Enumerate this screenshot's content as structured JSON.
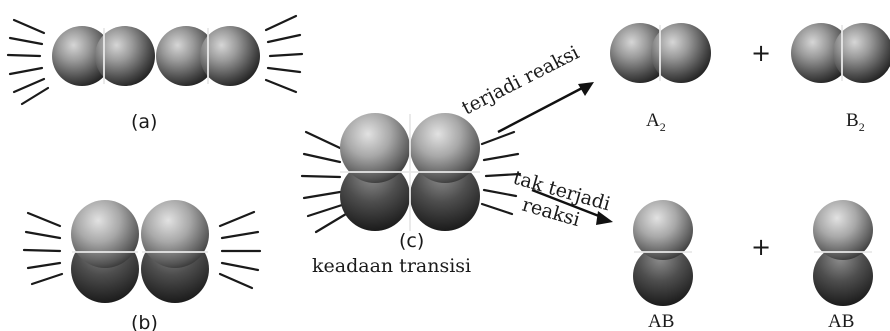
{
  "labels": {
    "a": "(a)",
    "b": "(b)",
    "c": "(c)",
    "transition_state": "keadaan transisi",
    "reaction_occurs": "terjadi reaksi",
    "no_reaction_line1": "tak terjadi",
    "no_reaction_line2": "reaksi",
    "plus": "+",
    "product_A2_letter": "A",
    "product_A2_sub": "2",
    "product_B2_letter": "B",
    "product_B2_sub": "2",
    "product_AB_1": "AB",
    "product_AB_2": "AB"
  },
  "colors": {
    "molecule_light": "#c9c9c9",
    "molecule_mid": "#6f6f6f",
    "molecule_dark": "#1f1f1f",
    "ink": "#1a1a1a"
  }
}
